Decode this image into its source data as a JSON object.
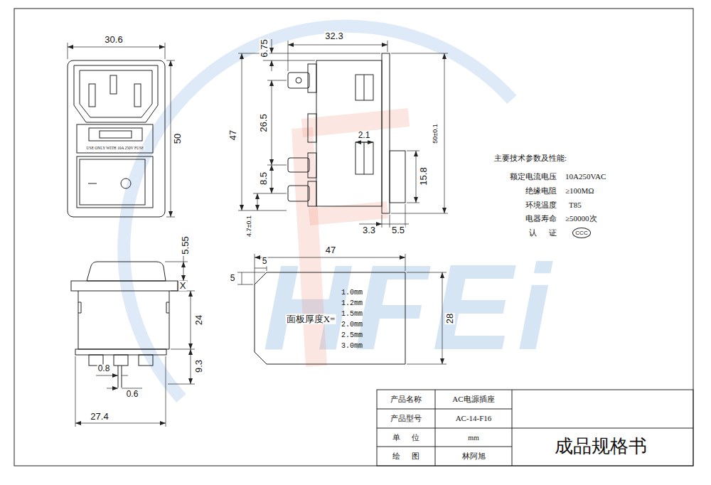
{
  "diagram": {
    "nodes": [
      {
        "text": [
          "CCC"
        ]
      }
    ],
    "labels": [
      "30.6",
      "USE ONLY WITH 10A 250V FUSE",
      "50",
      "32.3",
      "6.75",
      "47",
      "26.5",
      "2.1",
      "8.5",
      "50±0.1",
      "15.8",
      "4.7±0.1",
      "3.3",
      "5.5",
      "5.55",
      "X",
      "24",
      "9.3",
      "0.8",
      "0.6",
      "27.4",
      "47",
      "5",
      "5",
      "28",
      "面板厚度X=",
      "1.0mm",
      "1.2mm",
      "1.5mm",
      "2.0mm",
      "2.5mm",
      "3.0mm",
      "主要技术参数及性能:",
      "额定电流电压",
      "10A250VAC",
      "绝缘电阻",
      "≥100MΩ",
      "环境温度",
      "T85",
      "电器寿命",
      "≥50000次",
      "认 证",
      "产品名称",
      "AC电源插座",
      "产品型号",
      "AC-14-F16",
      "单 位",
      "mm",
      "绘 图",
      "林阿旭",
      "成品规格书",
      "HFEi"
    ]
  }
}
